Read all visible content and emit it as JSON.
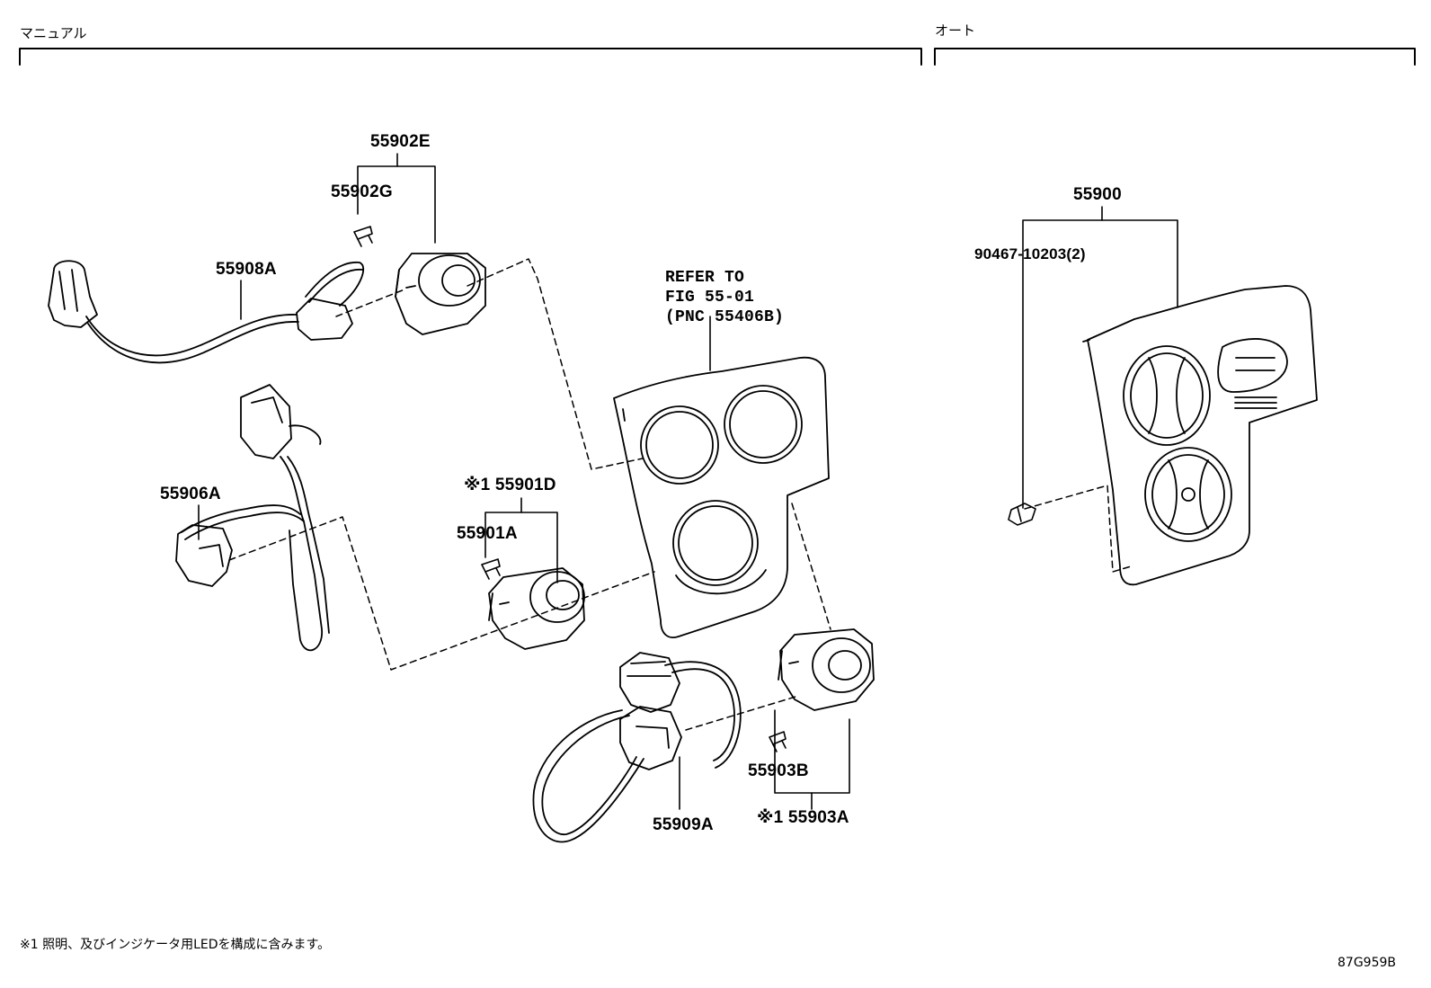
{
  "sections": {
    "manual": "マニュアル",
    "auto": "オート"
  },
  "labels": {
    "p55902E": "55902E",
    "p55902G": "55902G",
    "p55908A": "55908A",
    "p55906A": "55906A",
    "p55901D": "※1 55901D",
    "p55901A": "55901A",
    "p55903B": "55903B",
    "p55903A": "※1 55903A",
    "p55909A": "55909A",
    "p55900": "55900",
    "p90467": "90467-10203(2)"
  },
  "refer": {
    "line1": "REFER TO",
    "line2": "FIG 55-01",
    "line3": "(PNC 55406B)"
  },
  "footnote": "※1 照明、及びインジケータ用LEDを構成に含みます。",
  "figure_id": "87G959B"
}
